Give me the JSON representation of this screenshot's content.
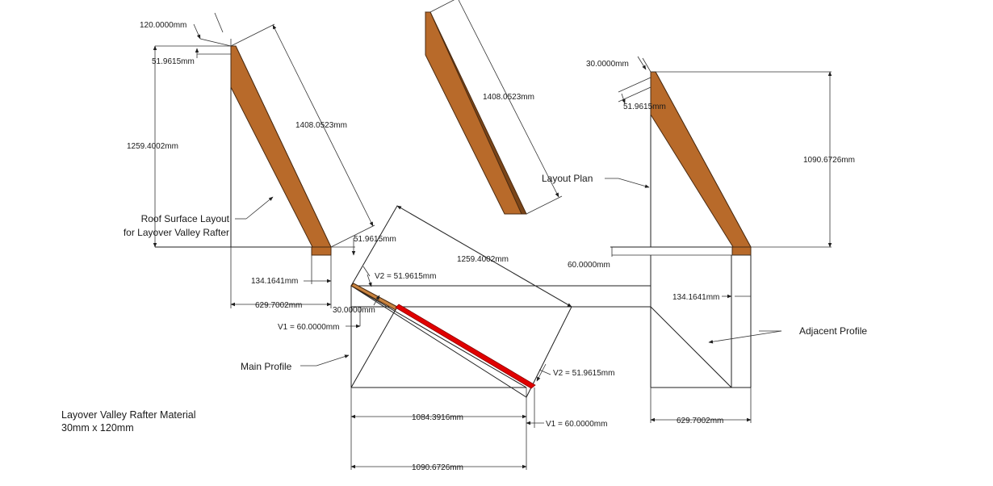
{
  "colors": {
    "wood": "#b86a2a",
    "wood_dark": "#7a4519",
    "highlight": "#e00000",
    "line": "#1f1f1f"
  },
  "labels": {
    "roof_surface_line1": "Roof Surface Layout",
    "roof_surface_line2": "for Layover Valley Rafter",
    "layout_plan": "Layout Plan",
    "main_profile": "Main Profile",
    "adjacent_profile": "Adjacent Profile",
    "material_line1": "Layover Valley Rafter Material",
    "material_line2": "30mm x 120mm"
  },
  "dimensions": {
    "d_120": "120.0000mm",
    "d_51_top_left": "51.9615mm",
    "d_1259_left": "1259.4002mm",
    "d_1408_left": "1408.0523mm",
    "d_51_right_left": "51.9615mm",
    "d_134_left": "134.1641mm",
    "d_629_left": "629.7002mm",
    "d_1408_center": "1408.0523mm",
    "d_30_top_right": "30.0000mm",
    "d_51_top_right": "51.9615mm",
    "d_1090_right": "1090.6726mm",
    "d_60_right": "60.0000mm",
    "d_134_right": "134.1641mm",
    "d_629_right": "629.7002mm",
    "d_1259_center": "1259.4002mm",
    "d_v2_top": "V2 = 51.9615mm",
    "d_30_main": "30.0000mm",
    "d_v1_left": "V1 = 60.0000mm",
    "d_v2_right": "V2 = 51.9615mm",
    "d_1084": "1084.3916mm",
    "d_v1_right": "V1 = 60.0000mm",
    "d_1090_bottom": "1090.6726mm"
  }
}
